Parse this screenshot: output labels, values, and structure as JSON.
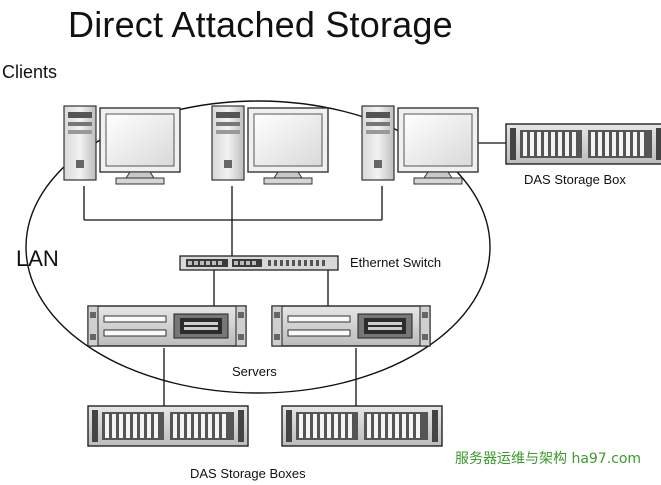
{
  "title": "Direct Attached Storage",
  "labels": {
    "clients": "Clients",
    "lan": "LAN",
    "das_storage_box": "DAS Storage Box",
    "ethernet_switch": "Ethernet Switch",
    "servers": "Servers",
    "das_storage_boxes": "DAS Storage Boxes"
  },
  "watermark": "服务器运维与架构 ha97.com"
}
